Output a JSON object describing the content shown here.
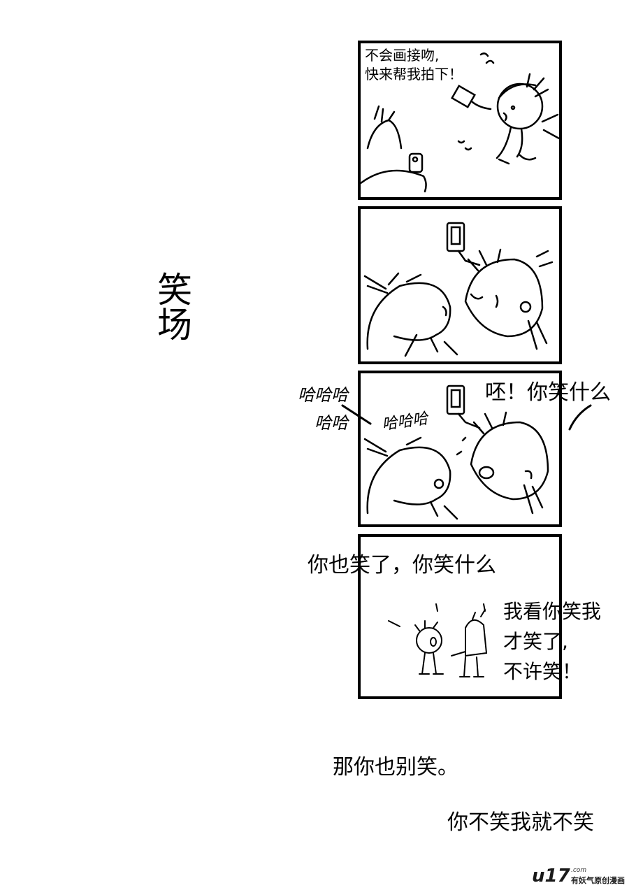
{
  "title": "笑场",
  "panels": {
    "p1": {
      "speech": "不会画接吻,\n快来帮我拍下！"
    },
    "p3": {
      "speech": "呸！你笑什么",
      "sfx_outside": "哈哈哈\n哈哈",
      "sfx_inside": "哈哈哈"
    },
    "p4": {
      "speech_top": "你也笑了，你笑什么",
      "speech_side": "我看你笑我\n才笑了,\n不许笑！"
    }
  },
  "captions": {
    "line1": "那你也别笑。",
    "line2": "你不笑我就不笑"
  },
  "watermark": {
    "main": "u17",
    "domain": ".com",
    "tagline": "有妖气原创漫画"
  }
}
